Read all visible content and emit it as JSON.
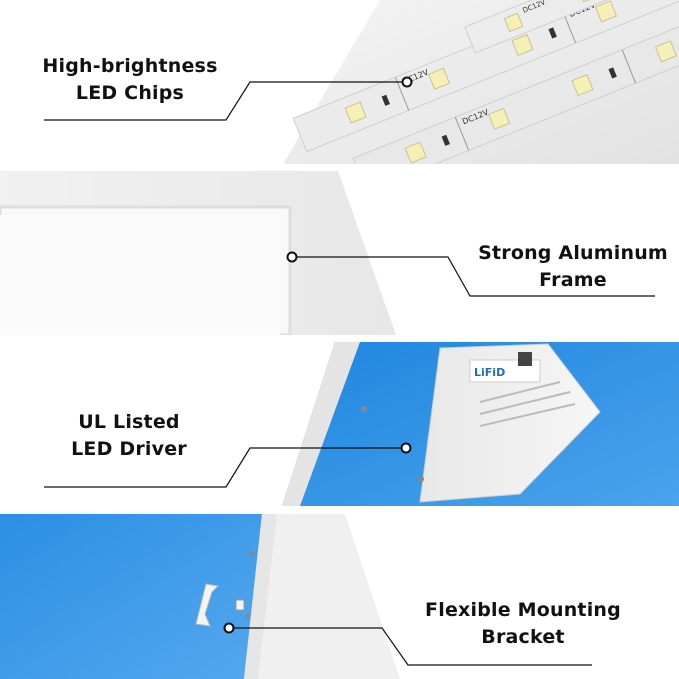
{
  "features": [
    {
      "id": "chips",
      "line1": "High-brightness",
      "line2": "LED Chips"
    },
    {
      "id": "frame",
      "line1": "Strong Aluminum",
      "line2": "Frame"
    },
    {
      "id": "driver",
      "line1": "UL Listed",
      "line2": "LED Driver"
    },
    {
      "id": "bracket",
      "line1": "Flexible Mounting",
      "line2": "Bracket"
    }
  ],
  "strip_markings": {
    "voltage": "DC12V",
    "plus": "+",
    "minus": "−"
  },
  "driver_label": {
    "brand": "LiFiD"
  },
  "colors": {
    "panel_blue": "#2f8fe0",
    "panel_blue_light": "#5aa9ec",
    "strip_gray": "#e6e6e6",
    "led_yellow": "#f7f0b4",
    "label_text": "#111111"
  }
}
